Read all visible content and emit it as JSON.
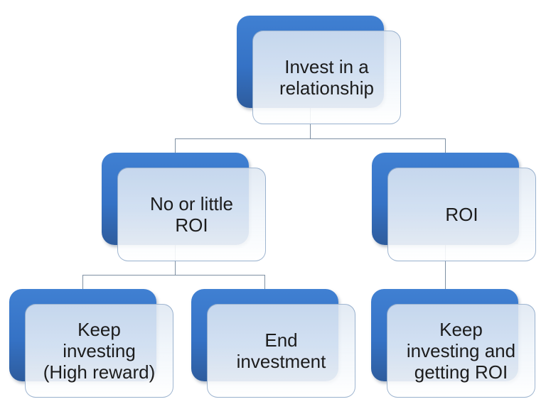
{
  "diagram": {
    "type": "hierarchy-decision-tree",
    "background_color": "#ffffff",
    "accent_color_top": "#4080d2",
    "accent_color_bottom": "#2e5c9d",
    "card_fill": "rgba(238,244,250,0.85)",
    "card_border_color": "rgba(110,145,185,0.65)",
    "connector_color": "#7e90a3",
    "text_color": "#1c1c1c",
    "nodes": [
      {
        "id": "invest-in-a-relationship",
        "label": "Invest in a\nrelationship"
      },
      {
        "id": "no-or-little-roi",
        "label": "No or little\nROI"
      },
      {
        "id": "roi",
        "label": "ROI"
      },
      {
        "id": "keep-investing-high-reward",
        "label": "Keep\ninvesting\n(High reward)"
      },
      {
        "id": "end-investment",
        "label": "End\ninvestment"
      },
      {
        "id": "keep-investing-and-getting-roi",
        "label": "Keep\ninvesting and\ngetting ROI"
      }
    ],
    "edges": [
      {
        "from": "invest-in-a-relationship",
        "to": "no-or-little-roi"
      },
      {
        "from": "invest-in-a-relationship",
        "to": "roi"
      },
      {
        "from": "no-or-little-roi",
        "to": "keep-investing-high-reward"
      },
      {
        "from": "no-or-little-roi",
        "to": "end-investment"
      },
      {
        "from": "roi",
        "to": "keep-investing-and-getting-roi"
      }
    ]
  }
}
